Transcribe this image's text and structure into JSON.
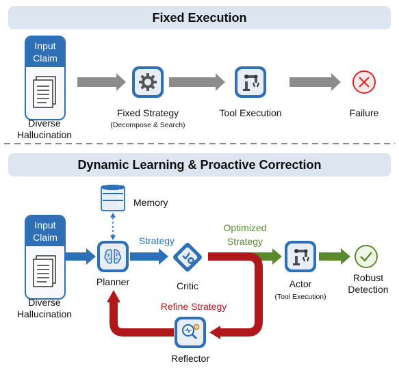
{
  "top": {
    "title": "Fixed Execution",
    "input_line1": "Input",
    "input_line2": "Claim",
    "input_caption_line1": "Diverse",
    "input_caption_line2": "Hallucination",
    "strategy_label": "Fixed Strategy",
    "strategy_sub": "(Decompose & Search)",
    "tool_label": "Tool Execution",
    "failure_label": "Failure"
  },
  "bottom": {
    "title": "Dynamic Learning & Proactive Correction",
    "input_line1": "Input",
    "input_line2": "Claim",
    "input_caption_line1": "Diverse",
    "input_caption_line2": "Hallucination",
    "memory_label": "Memory",
    "planner_label": "Planner",
    "strategy_arrow_label": "Strategy",
    "critic_label": "Critic",
    "optimized_line1": "Optimized",
    "optimized_line2": "Strategy",
    "actor_label": "Actor",
    "actor_sub": "(Tool Execution)",
    "robust_line1": "Robust",
    "robust_line2": "Detection",
    "refine_label": "Refine Strategy",
    "reflector_label": "Reflector"
  },
  "colors": {
    "blue": "#2f6fb5",
    "gray_arrow": "#8c8c8c",
    "green": "#5b8a2e",
    "red": "#b0191c",
    "banner": "#dde6f0"
  }
}
